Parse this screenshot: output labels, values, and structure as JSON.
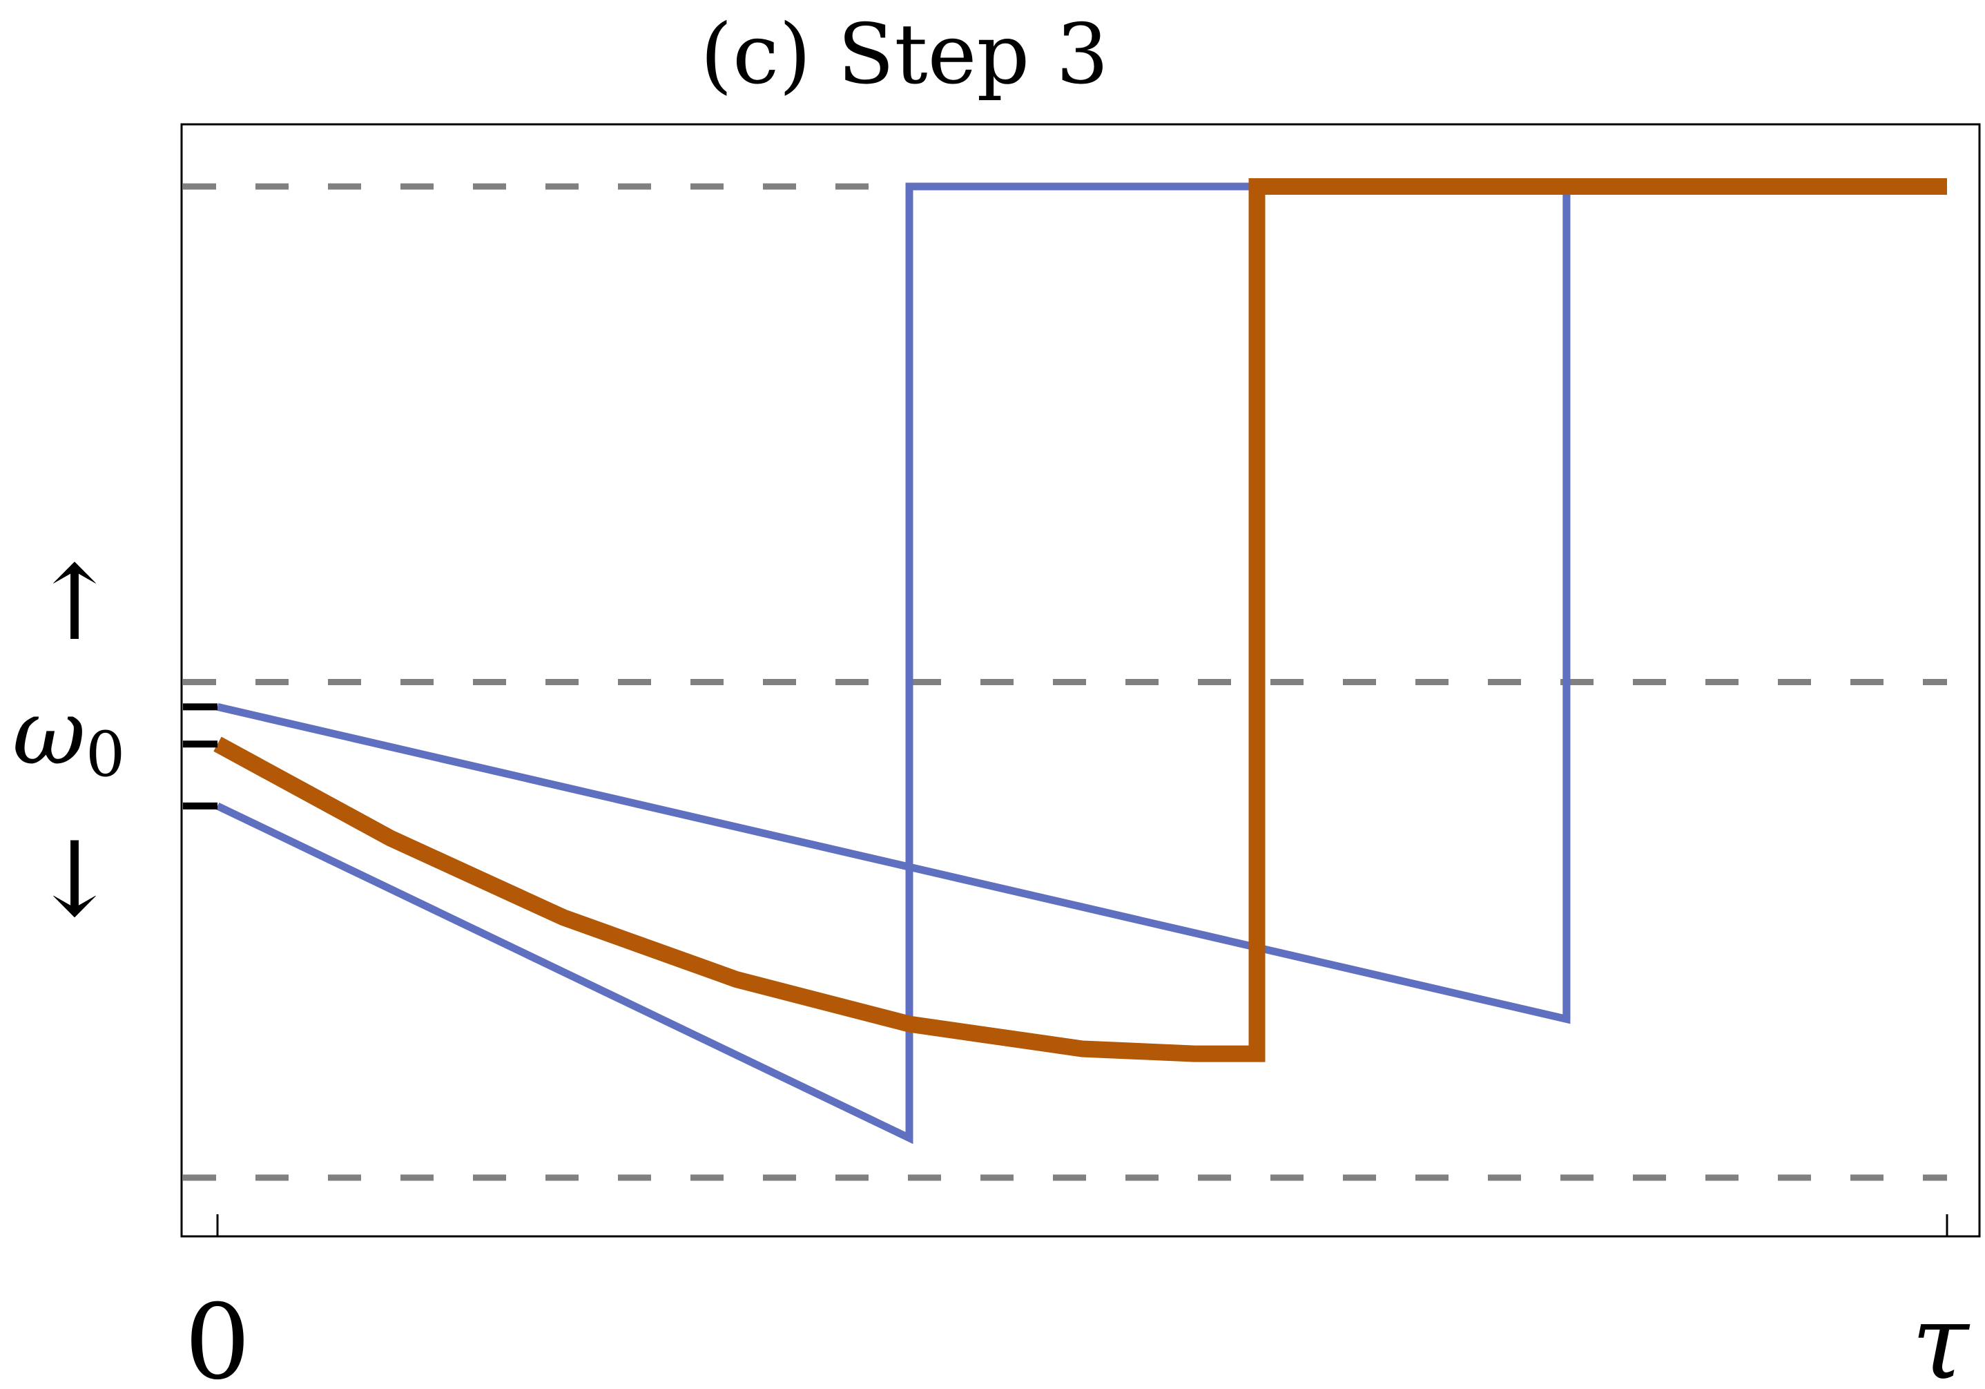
{
  "chart_data": {
    "type": "line",
    "title": "(c)  Step 3",
    "xlabel": "",
    "ylabel": "ω",
    "ylabel_subscript": "0",
    "ylabel_arrows": [
      "↑",
      "↓"
    ],
    "x_ticks": [
      "0",
      "τ"
    ],
    "xlim": [
      0,
      1
    ],
    "ylim": [
      -1.12,
      1.12
    ],
    "grid": false,
    "reference_lines": [
      {
        "y": 1.0,
        "style": "dashed",
        "color": "#808080"
      },
      {
        "y": 0.0,
        "style": "dashed",
        "color": "#808080"
      },
      {
        "y": -1.0,
        "style": "dashed",
        "color": "#808080"
      }
    ],
    "initial_markers": [
      {
        "x": 0,
        "y": -0.05,
        "color": "#000000"
      },
      {
        "x": 0,
        "y": -0.125,
        "color": "#000000"
      },
      {
        "x": 0,
        "y": -0.25,
        "color": "#000000"
      }
    ],
    "series": [
      {
        "color": "#6070c0",
        "width": "thin",
        "x": [
          0,
          0.4,
          0.4,
          0.555,
          0.555,
          0.78,
          0.78
        ],
        "y": [
          -0.25,
          -0.92,
          1.0,
          1.0,
          1.0,
          1.0,
          -0.68
        ]
      },
      {
        "color": "#6070c0",
        "width": "thin",
        "x": [
          0,
          0.78,
          0.78,
          1.0
        ],
        "y": [
          -0.05,
          -0.68,
          1.0,
          1.0
        ]
      },
      {
        "color": "#b35806",
        "width": "thick",
        "x": [
          0,
          0.1,
          0.2,
          0.3,
          0.4,
          0.5,
          0.565,
          0.601,
          0.601,
          1.0
        ],
        "y": [
          -0.125,
          -0.315,
          -0.475,
          -0.6,
          -0.69,
          -0.74,
          -0.75,
          -0.75,
          1.0,
          1.0
        ]
      }
    ]
  }
}
